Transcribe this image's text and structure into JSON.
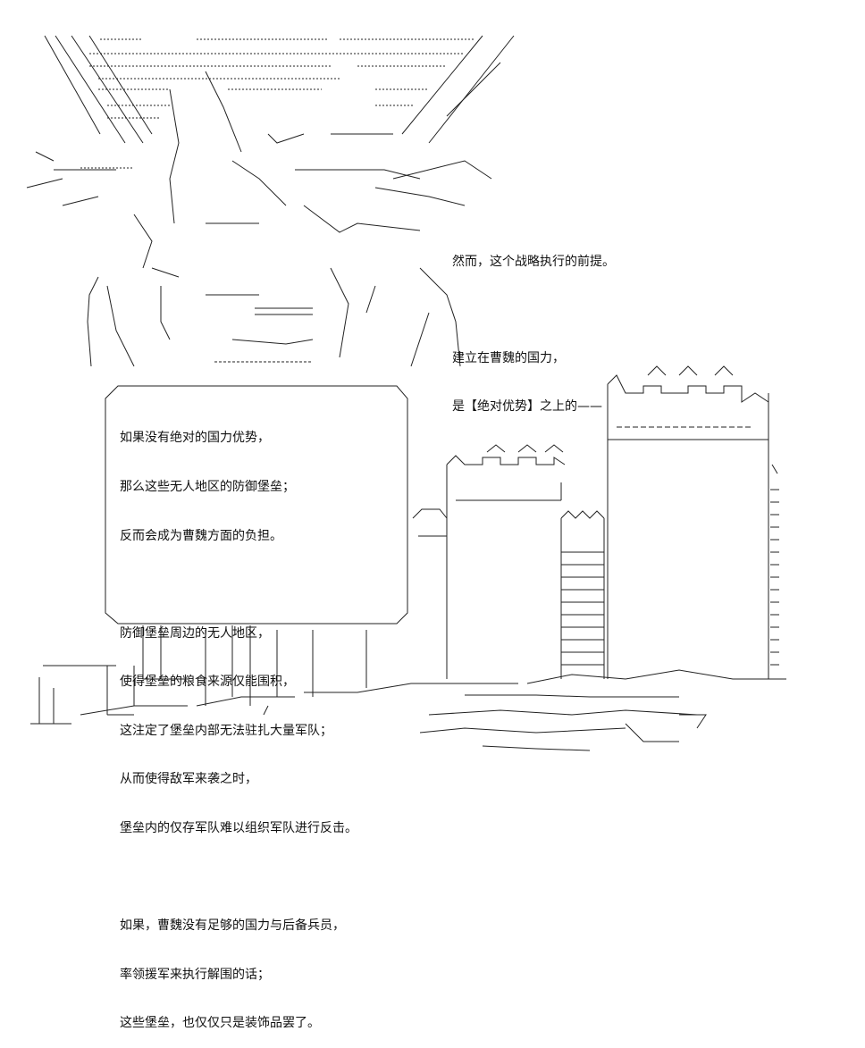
{
  "narration": {
    "line1": "然而，这个战略执行的前提。",
    "line2": "建立在曹魏的国力，",
    "line3": "是【绝对优势】之上的——"
  },
  "bubble": {
    "p1": [
      "如果没有绝对的国力优势，",
      "那么这些无人地区的防御堡垒；",
      "反而会成为曹魏方面的负担。"
    ],
    "p2": [
      "防御堡垒周边的无人地区，",
      "使得堡垒的粮食来源仅能围积，",
      "这注定了堡垒内部无法驻扎大量军队；",
      "从而使得敌军来袭之时，",
      "堡垒内的仅存军队难以组织军队进行反击。"
    ],
    "p3": [
      "如果，曹魏没有足够的国力与后备兵员，",
      "率领援军来执行解围的话；",
      "这些堡垒，也仅仅只是装饰品罢了。"
    ]
  },
  "colors": {
    "ink": "#111111",
    "background": "#ffffff"
  }
}
